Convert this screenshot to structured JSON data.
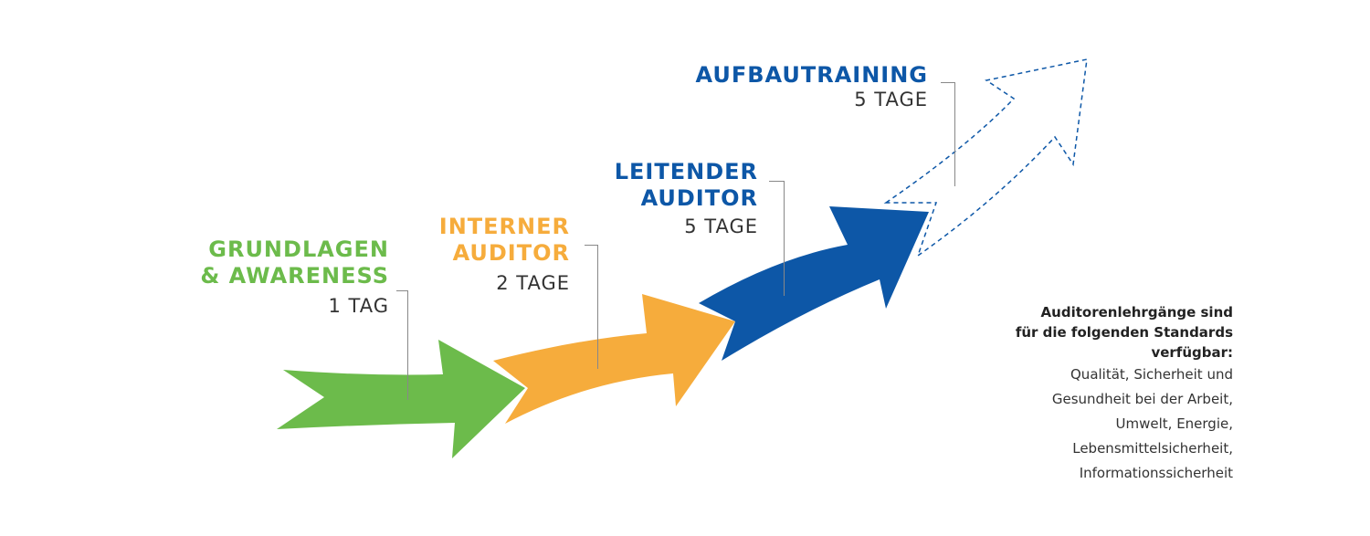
{
  "colors": {
    "green": "#6cbb4b",
    "orange": "#f6ac3c",
    "blue": "#0d57a7",
    "dashed": "#0d57a7",
    "text": "#333333"
  },
  "steps": [
    {
      "title_line1": "GRUNDLAGEN",
      "title_line2": "& AWARENESS",
      "duration": "1 TAG",
      "color": "green"
    },
    {
      "title_line1": "INTERNER",
      "title_line2": "AUDITOR",
      "duration": "2 TAGE",
      "color": "orange"
    },
    {
      "title_line1": "LEITENDER",
      "title_line2": "AUDITOR",
      "duration": "5 TAGE",
      "color": "blue"
    },
    {
      "title_line1": "AUFBAUTRAINING",
      "title_line2": "",
      "duration": "5 TAGE",
      "color": "blue"
    }
  ],
  "note": {
    "heading_lines": [
      "Auditorenlehrgänge sind",
      "für die folgenden Standards",
      "verfügbar:"
    ],
    "items": [
      "Qualität, Sicherheit und",
      "Gesundheit bei der Arbeit,",
      "Umwelt, Energie,",
      "Lebensmittelsicherheit,",
      "Informationssicherheit"
    ]
  }
}
